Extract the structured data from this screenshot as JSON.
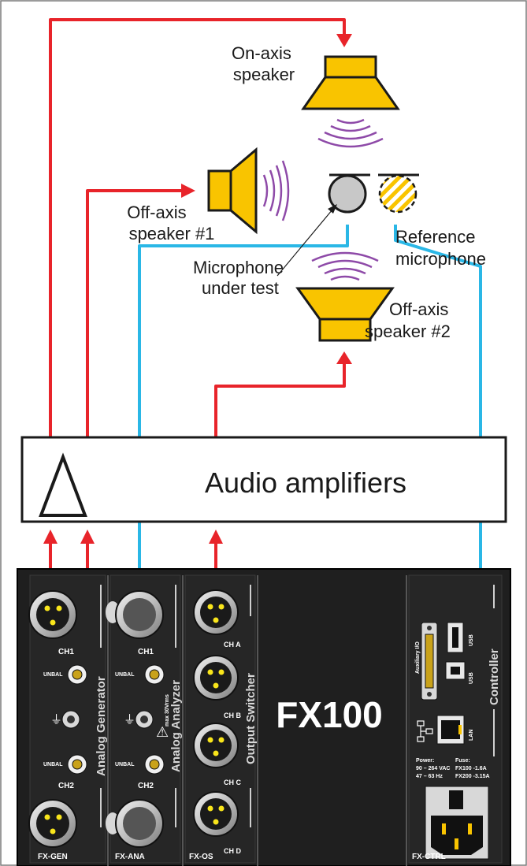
{
  "labels": {
    "on_axis": [
      "On-axis",
      "speaker"
    ],
    "off_axis_1": [
      "Off-axis",
      "speaker #1"
    ],
    "off_axis_2": [
      "Off-axis",
      "speaker #2"
    ],
    "reference_mic": [
      "Reference",
      "microphone"
    ],
    "mic_under_test": [
      "Microphone",
      "under test"
    ],
    "amplifiers": "Audio amplifiers"
  },
  "device": {
    "model": "FX100",
    "modules": {
      "gen": {
        "title": "Analog Generator",
        "id": "FX-GEN",
        "ch1": "CH1",
        "ch2": "CH2",
        "unbal_1": "UNBAL",
        "unbal_2": "UNBAL"
      },
      "ana": {
        "title": "Analog Analyzer",
        "id": "FX-ANA",
        "ch1": "CH1",
        "ch2": "CH2",
        "unbal_1": "UNBAL",
        "unbal_2": "UNBAL",
        "max_rating": "max 30Vrms"
      },
      "os": {
        "title": "Output Switcher",
        "id": "FX-OS",
        "ch_a": "CH A",
        "ch_b": "CH B",
        "ch_c": "CH C",
        "ch_d": "CH D"
      },
      "ctrl": {
        "title": "Controller",
        "id": "FX-CTRL",
        "aux": "Auxiliary I/O",
        "usb_1": "USB",
        "usb_2": "USB",
        "lan": "LAN",
        "power_title": "Power:",
        "power_v": "90 – 264 VAC",
        "power_hz": "47 – 63 Hz",
        "fuse_title": "Fuse:",
        "fuse_fx100": "FX100 -1.6A",
        "fuse_fx200": "FX200 -3.15A"
      }
    }
  },
  "colors": {
    "signal_out": "#e8242a",
    "signal_in": "#2ab7e6",
    "speaker_fill": "#f9c400",
    "sound_wave": "#8e4aa8",
    "panel": "#222222"
  }
}
